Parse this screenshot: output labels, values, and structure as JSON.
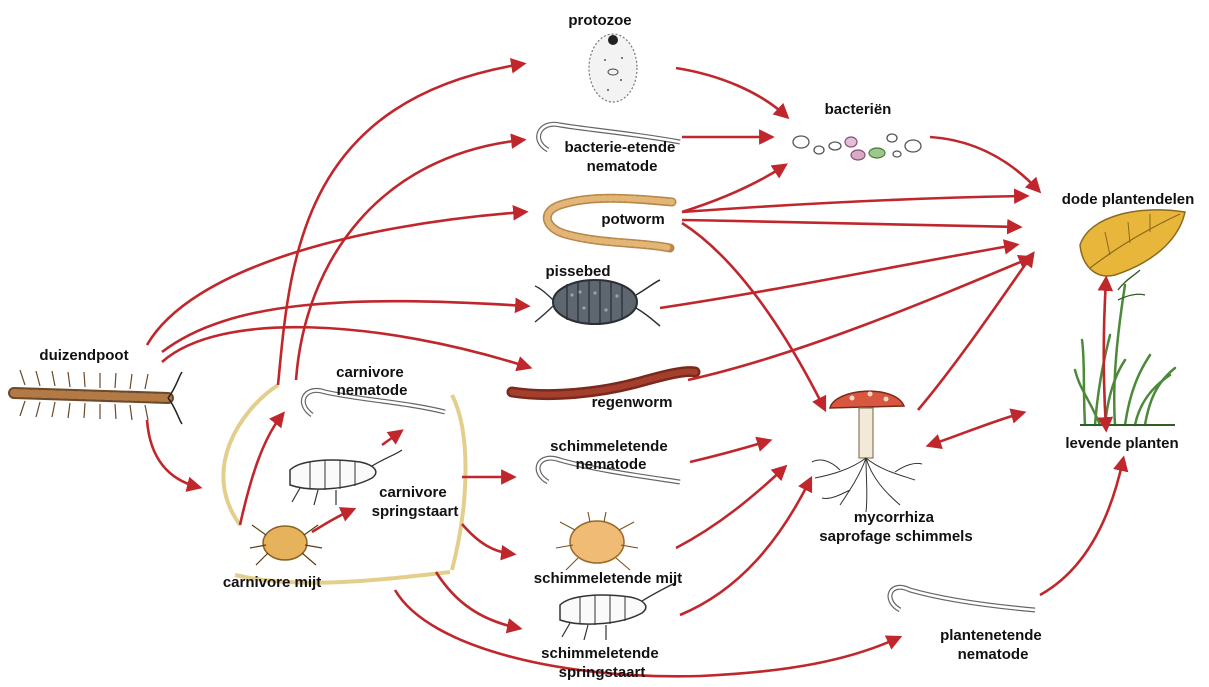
{
  "diagram": {
    "colors": {
      "arrow": "#c0272d",
      "bracket": "#e3cf8c",
      "label": "#111111"
    },
    "nodes": {
      "protozoe": [
        "protozoe"
      ],
      "bacterien": [
        "bacteriën"
      ],
      "bacterie_etende_nematode": [
        "bacterie-etende",
        "nematode"
      ],
      "potworm": [
        "potworm"
      ],
      "pissebed": [
        "pissebed"
      ],
      "regenworm": [
        "regenworm"
      ],
      "duizendpoot": [
        "duizendpoot"
      ],
      "carnivore_nematode": [
        "carnivore",
        "nematode"
      ],
      "carnivore_springstaart": [
        "carnivore",
        "springstaart"
      ],
      "carnivore_mijt": [
        "carnivore mijt"
      ],
      "schimmeletende_nematode": [
        "schimmeletende",
        "nematode"
      ],
      "schimmeletende_mijt": [
        "schimmeletende mijt"
      ],
      "schimmeletende_springstaart": [
        "schimmeletende",
        "springstaart"
      ],
      "mycorrhiza": [
        "mycorrhiza",
        "saprofage schimmels"
      ],
      "plantenetende_nematode": [
        "plantenetende",
        "nematode"
      ],
      "dode_plantendelen": [
        "dode plantendelen"
      ],
      "levende_planten": [
        "levende planten"
      ]
    },
    "icons": [
      "protozoan-icon",
      "bacteria-icon",
      "nematode-icon",
      "potworm-icon",
      "woodlouse-icon",
      "earthworm-icon",
      "centipede-icon",
      "springtail-icon",
      "mite-icon",
      "mushroom-icon",
      "dead-leaf-icon",
      "grass-icon"
    ]
  }
}
